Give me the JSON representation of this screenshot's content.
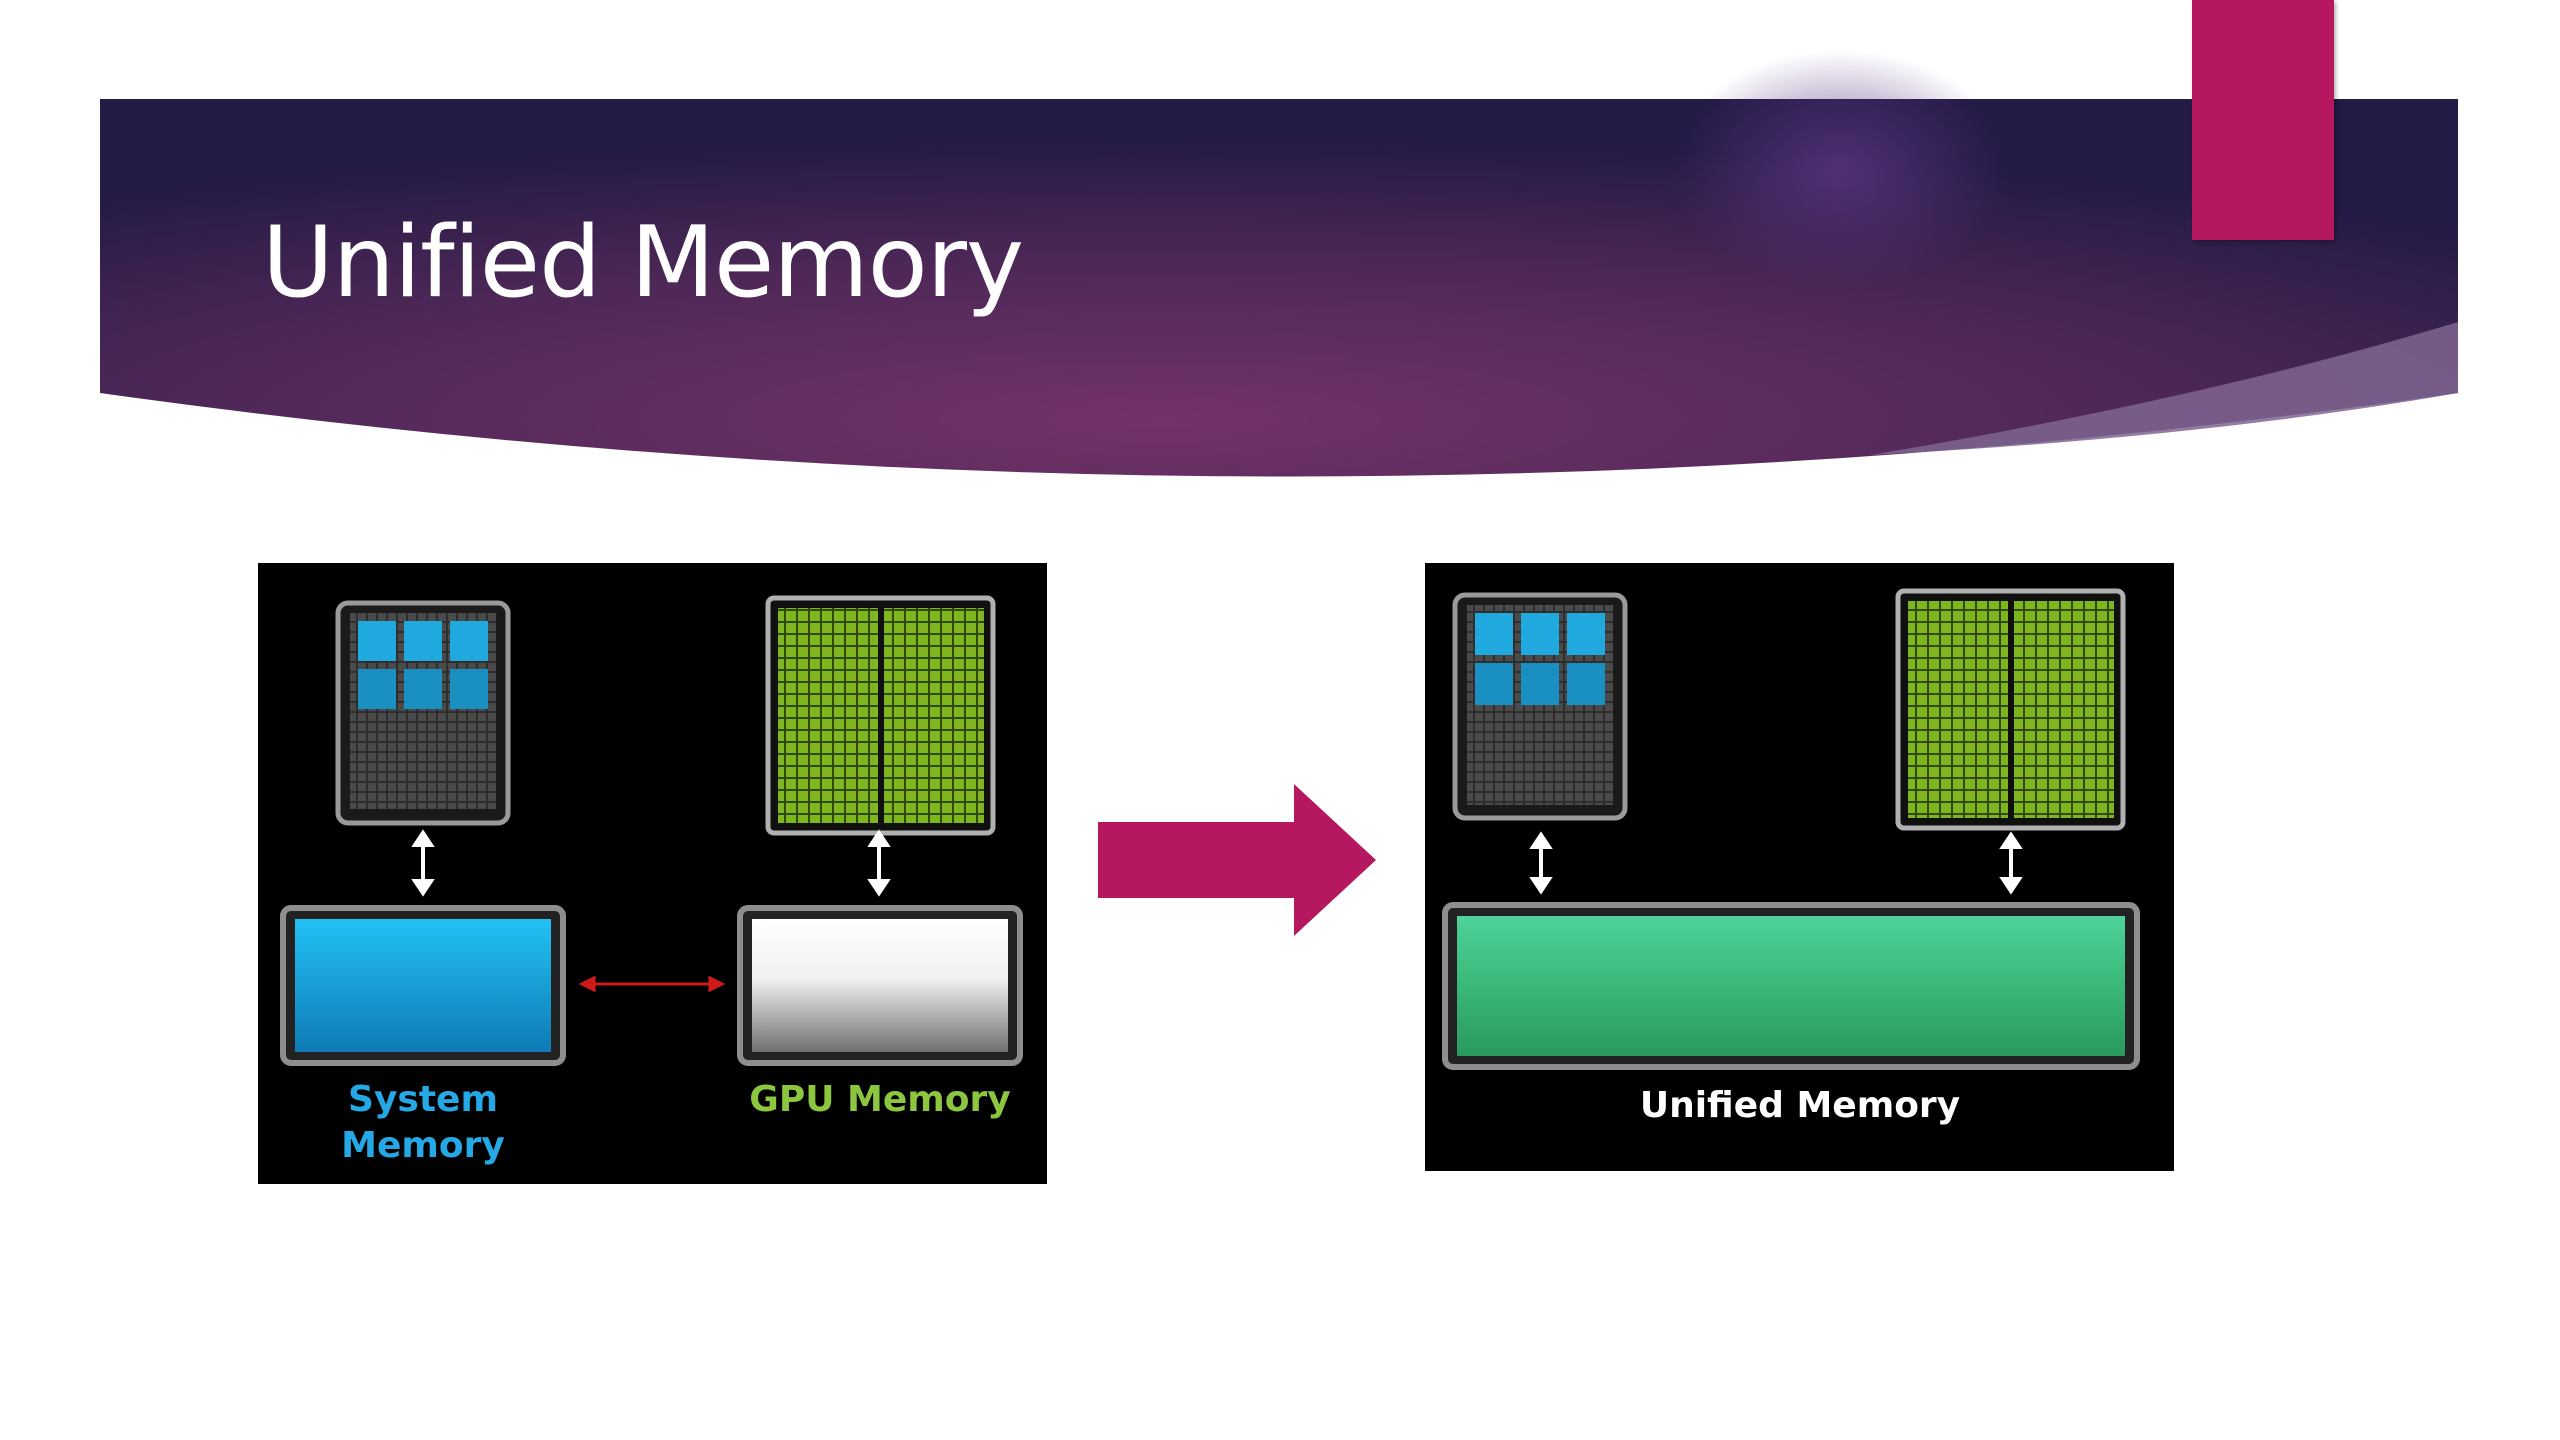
{
  "slide": {
    "title": "Unified Memory"
  },
  "left_diagram": {
    "system_memory_label": "System\nMemory",
    "gpu_memory_label": "GPU Memory"
  },
  "right_diagram": {
    "unified_memory_label": "Unified Memory"
  },
  "colors": {
    "banner_dark": "#2b1b4a",
    "banner_mid": "#6b2d62",
    "accent_magenta": "#b5185e",
    "cpu_blue": "#1fb0e8",
    "gpu_green": "#7db41e",
    "unified_green": "#3ec285",
    "system_label": "#25a9e6",
    "gpu_label": "#8cc63f",
    "unified_label": "#ffffff"
  },
  "icons": [
    "cpu-chip-icon",
    "gpu-chip-icon",
    "bidirectional-arrow-icon",
    "right-arrow-icon"
  ]
}
